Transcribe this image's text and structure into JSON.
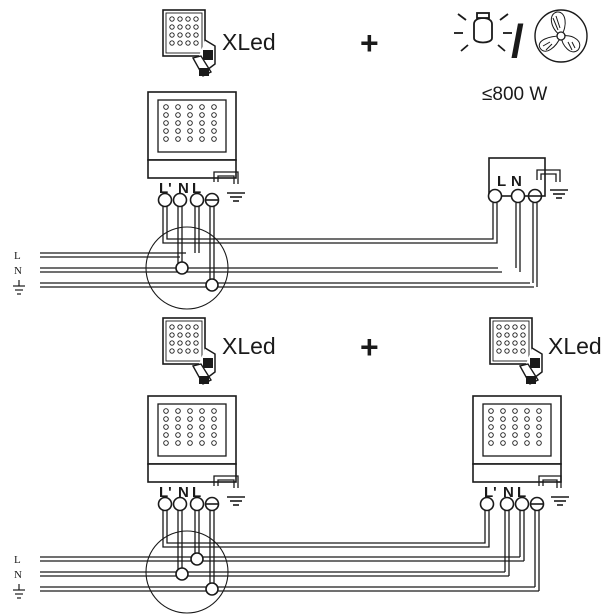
{
  "top_section": {
    "left_device_label": "XLed",
    "plus": "+",
    "slash": "/",
    "power_limit": "≤800 W",
    "left_terminals": {
      "l_prime": "L'",
      "n": "N",
      "l": "L"
    },
    "right_terminals": {
      "l": "L",
      "n": "N"
    },
    "bus_labels": {
      "l": "L",
      "n": "N"
    }
  },
  "bottom_section": {
    "left_device_label": "XLed",
    "plus": "+",
    "right_device_label": "XLed",
    "left_terminals": {
      "l_prime": "L'",
      "n": "N",
      "l": "L"
    },
    "right_terminals": {
      "l_prime": "L'",
      "n": "N",
      "l": "L"
    },
    "bus_labels": {
      "l": "L",
      "n": "N"
    }
  },
  "icons": [
    "floodlight-icon",
    "lamp-icon",
    "fan-icon",
    "ground-icon",
    "sensor-module-icon",
    "junction-box-icon"
  ]
}
